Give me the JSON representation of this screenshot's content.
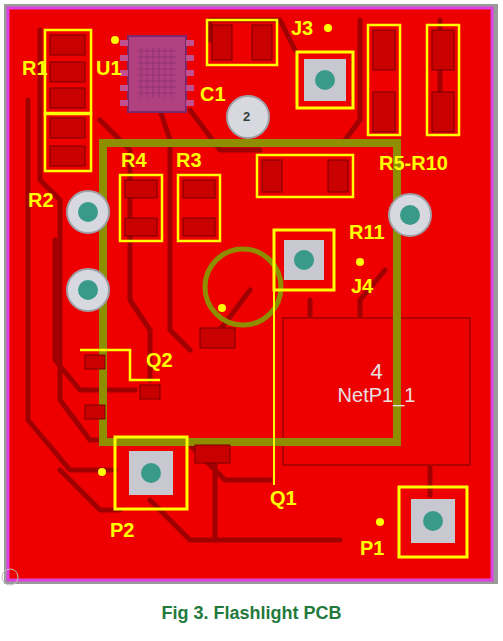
{
  "diagram": {
    "caption": "Fig 3. Flashlight PCB",
    "nodes": [
      {
        "text": [
          "4",
          "NetP1_1"
        ]
      }
    ],
    "labels": [
      "R1",
      "U1",
      "C1",
      "J3",
      "R5-R10",
      "R2",
      "R4",
      "R3",
      "2",
      "R11",
      "J4",
      "Q2",
      "Q1",
      "P2",
      "P1"
    ]
  }
}
